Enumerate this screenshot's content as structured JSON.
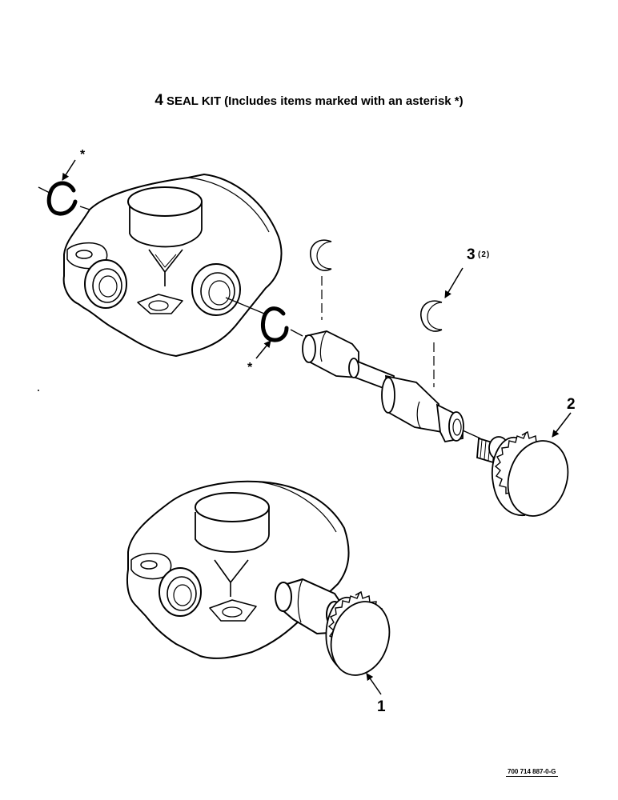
{
  "header": {
    "item_number": "4",
    "title": "SEAL KIT (Includes items marked with an asterisk *)"
  },
  "callouts": {
    "item_1": "1",
    "item_2": "2",
    "item_3": "3",
    "item_3_qty": "(2)",
    "asterisk_top": "*",
    "asterisk_mid": "*"
  },
  "figure_id": "700 714 887-0-G"
}
